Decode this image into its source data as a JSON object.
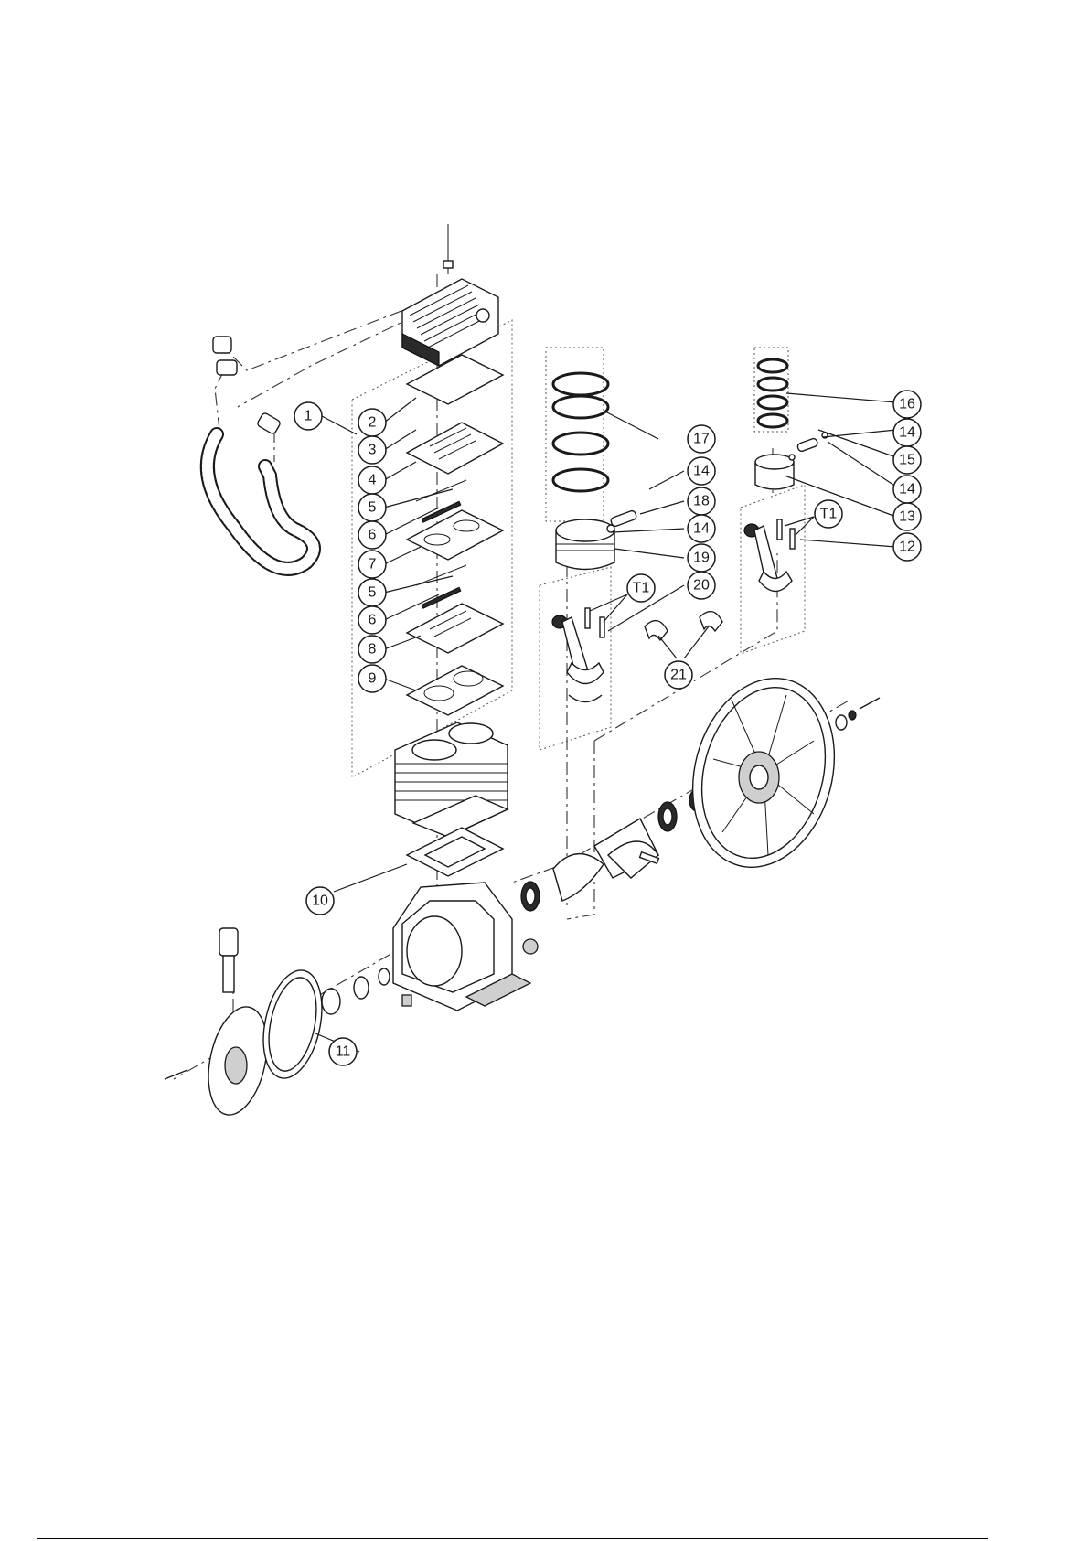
{
  "callouts": [
    {
      "id": "c1",
      "label": "1"
    },
    {
      "id": "c2",
      "label": "2"
    },
    {
      "id": "c3",
      "label": "3"
    },
    {
      "id": "c4",
      "label": "4"
    },
    {
      "id": "c5a",
      "label": "5"
    },
    {
      "id": "c6a",
      "label": "6"
    },
    {
      "id": "c7",
      "label": "7"
    },
    {
      "id": "c5b",
      "label": "5"
    },
    {
      "id": "c6b",
      "label": "6"
    },
    {
      "id": "c8",
      "label": "8"
    },
    {
      "id": "c9",
      "label": "9"
    },
    {
      "id": "c10",
      "label": "10"
    },
    {
      "id": "c11",
      "label": "11"
    },
    {
      "id": "c12",
      "label": "12"
    },
    {
      "id": "c13",
      "label": "13"
    },
    {
      "id": "c14a",
      "label": "14"
    },
    {
      "id": "c15",
      "label": "15"
    },
    {
      "id": "c14b",
      "label": "14"
    },
    {
      "id": "c16",
      "label": "16"
    },
    {
      "id": "c17",
      "label": "17"
    },
    {
      "id": "c14c",
      "label": "14"
    },
    {
      "id": "c18",
      "label": "18"
    },
    {
      "id": "c14d",
      "label": "14"
    },
    {
      "id": "c19",
      "label": "19"
    },
    {
      "id": "c20",
      "label": "20"
    },
    {
      "id": "c21",
      "label": "21"
    },
    {
      "id": "cT1a",
      "label": "T1"
    },
    {
      "id": "cT1b",
      "label": "T1"
    }
  ],
  "colors": {
    "ink": "#1a1a1a",
    "paper": "#ffffff"
  }
}
